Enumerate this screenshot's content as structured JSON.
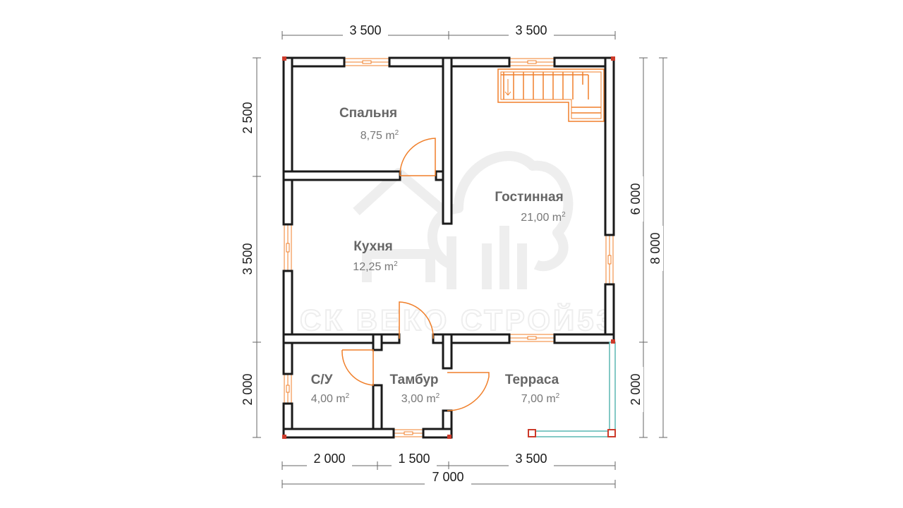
{
  "colors": {
    "wall_fill": "#ffffff",
    "wall_stroke": "#1a1a1a",
    "opening": "#f07f2a",
    "stairs": "#f07f2a",
    "railing": "#5ab7b2",
    "post": "#cc3a2a",
    "dim_line": "#666666",
    "watermark": "#eeeeee"
  },
  "watermark": {
    "text": "СК ВЕКО СТРОЙ53"
  },
  "dimensions": {
    "top": [
      "3 500",
      "3 500"
    ],
    "left": [
      "2 500",
      "3 500",
      "2 000"
    ],
    "right_inner": [
      "6 000",
      "2 000"
    ],
    "right_outer": "8 000",
    "bottom": [
      "2 000",
      "1 500",
      "3 500"
    ],
    "bottom_total": "7 000"
  },
  "rooms": [
    {
      "name": "Спальня",
      "area": "8,75"
    },
    {
      "name": "Гостинная",
      "area": "21,00"
    },
    {
      "name": "Кухня",
      "area": "12,25"
    },
    {
      "name": "С/У",
      "area": "4,00"
    },
    {
      "name": "Тамбур",
      "area": "3,00"
    },
    {
      "name": "Терраса",
      "area": "7,00"
    }
  ],
  "area_unit": "m",
  "area_unit_power": "2"
}
